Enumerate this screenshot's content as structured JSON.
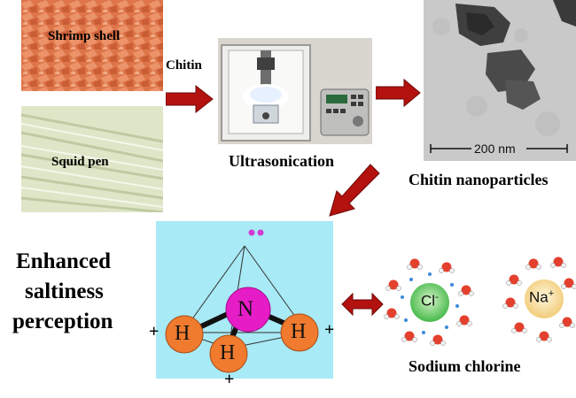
{
  "photos": {
    "shrimp_label": "Shrimp shell",
    "squid_label": "Squid pen"
  },
  "labels": {
    "chitin_arrow": "Chitin",
    "ultrasonication": "Ultrasonication",
    "nanoparticles": "Chitin nanoparticles",
    "scale_bar": "200 nm",
    "enhanced": [
      "Enhanced",
      "saltiness",
      "perception"
    ],
    "sodium": "Sodium chlorine"
  },
  "molecule": {
    "center": "N",
    "hydrogens": [
      "H",
      "H",
      "H"
    ],
    "plus": [
      "+",
      "+",
      "+"
    ]
  },
  "ions": {
    "chloride": "Cl",
    "chloride_charge": "-",
    "sodium": "Na",
    "sodium_charge": "+"
  },
  "colors": {
    "arrow_red": "#b3120f",
    "nitrogen": "#e61cc7",
    "hydrogen": "#f07a2e",
    "panel_bg": "#a8eaf6",
    "chloride": "#46b94a",
    "sodium": "#f2cc7a"
  }
}
